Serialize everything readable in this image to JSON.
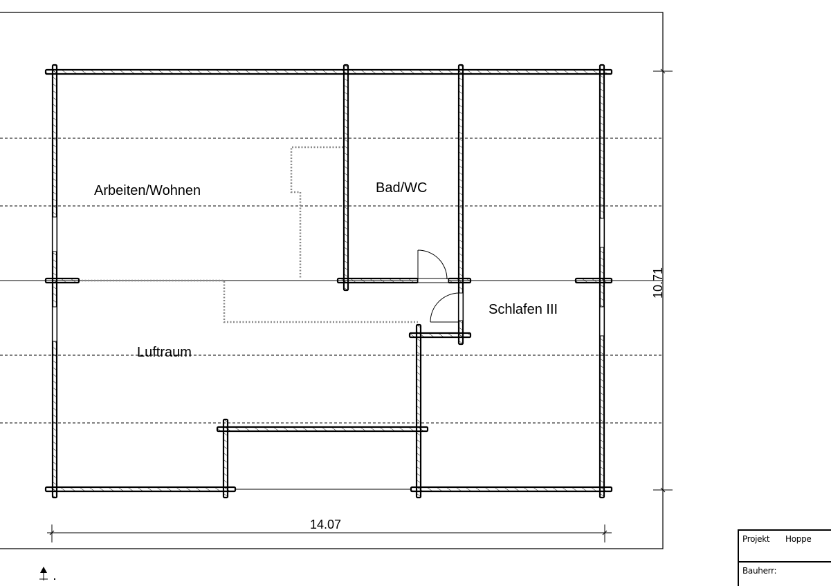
{
  "drawing": {
    "type": "floor-plan",
    "rooms": [
      {
        "id": "arbeiten-wohnen",
        "label": "Arbeiten/Wohnen"
      },
      {
        "id": "bad-wc",
        "label": "Bad/WC"
      },
      {
        "id": "schlafen-iii",
        "label": "Schlafen III"
      },
      {
        "id": "luftraum",
        "label": "Luftraum"
      }
    ],
    "dimensions": {
      "width": "14.07",
      "height": "10.71"
    }
  },
  "titleblock": {
    "project_label": "Projekt",
    "project_value": "Hoppe",
    "client_label": "Bauherr:"
  },
  "icons": {
    "north_arrow": "north-arrow-icon"
  }
}
